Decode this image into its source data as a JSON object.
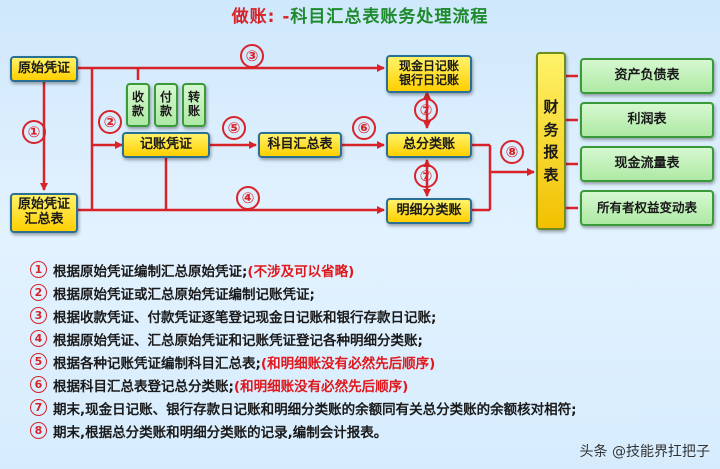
{
  "title": {
    "part1": "做账: -",
    "part2": "科目汇总表账务处理流程"
  },
  "boxes": {
    "original_voucher": "原始凭证",
    "original_summary": "原始凭证\n汇总表",
    "receipt": "收\n款",
    "payment": "付\n款",
    "transfer": "转\n账",
    "journal_voucher": "记账凭证",
    "account_summary": "科目汇总表",
    "cash_bank_journal": "现金日记账\n银行日记账",
    "general_ledger": "总分类账",
    "subsidiary_ledger": "明细分类账",
    "financial_statements": "财\n务\n报\n表",
    "balance_sheet": "资产负债表",
    "income_statement": "利润表",
    "cash_flow": "现金流量表",
    "equity_changes": "所有者权益变动表"
  },
  "steps": {
    "s1": "①",
    "s2": "②",
    "s3": "③",
    "s4": "④",
    "s5": "⑤",
    "s6": "⑥",
    "s7a": "⑦",
    "s7b": "⑦",
    "s8": "⑧"
  },
  "notes": [
    {
      "num": "1",
      "text": "根据原始凭证编制汇总原始凭证;",
      "highlight": "(不涉及可以省略)"
    },
    {
      "num": "2",
      "text": "根据原始凭证或汇总原始凭证编制记账凭证;",
      "highlight": ""
    },
    {
      "num": "3",
      "text": "根据收款凭证、付款凭证逐笔登记现金日记账和银行存款日记账;",
      "highlight": ""
    },
    {
      "num": "4",
      "text": "根据原始凭证、汇总原始凭证和记账凭证登记各种明细分类账;",
      "highlight": ""
    },
    {
      "num": "5",
      "text": "根据各种记账凭证编制科目汇总表;",
      "highlight": "(和明细账没有必然先后顺序)"
    },
    {
      "num": "6",
      "text": "根据科目汇总表登记总分类账;",
      "highlight": "(和明细账没有必然先后顺序)"
    },
    {
      "num": "7",
      "text": "期末,现金日记账、银行存款日记账和明细分类账的余额同有关总分类账的余额核对相符;",
      "highlight": ""
    },
    {
      "num": "8",
      "text": "期末,根据总分类账和明细分类账的记录,编制会计报表。",
      "highlight": ""
    }
  ],
  "watermark": "头条 @技能界扛把子",
  "colors": {
    "title_red": "#d8232a",
    "title_green": "#1e8a2e",
    "box_yellow": "#ffd100",
    "box_green": "#aee9a4",
    "arrow_red": "#d8232a",
    "background": "#d6ecfd"
  }
}
